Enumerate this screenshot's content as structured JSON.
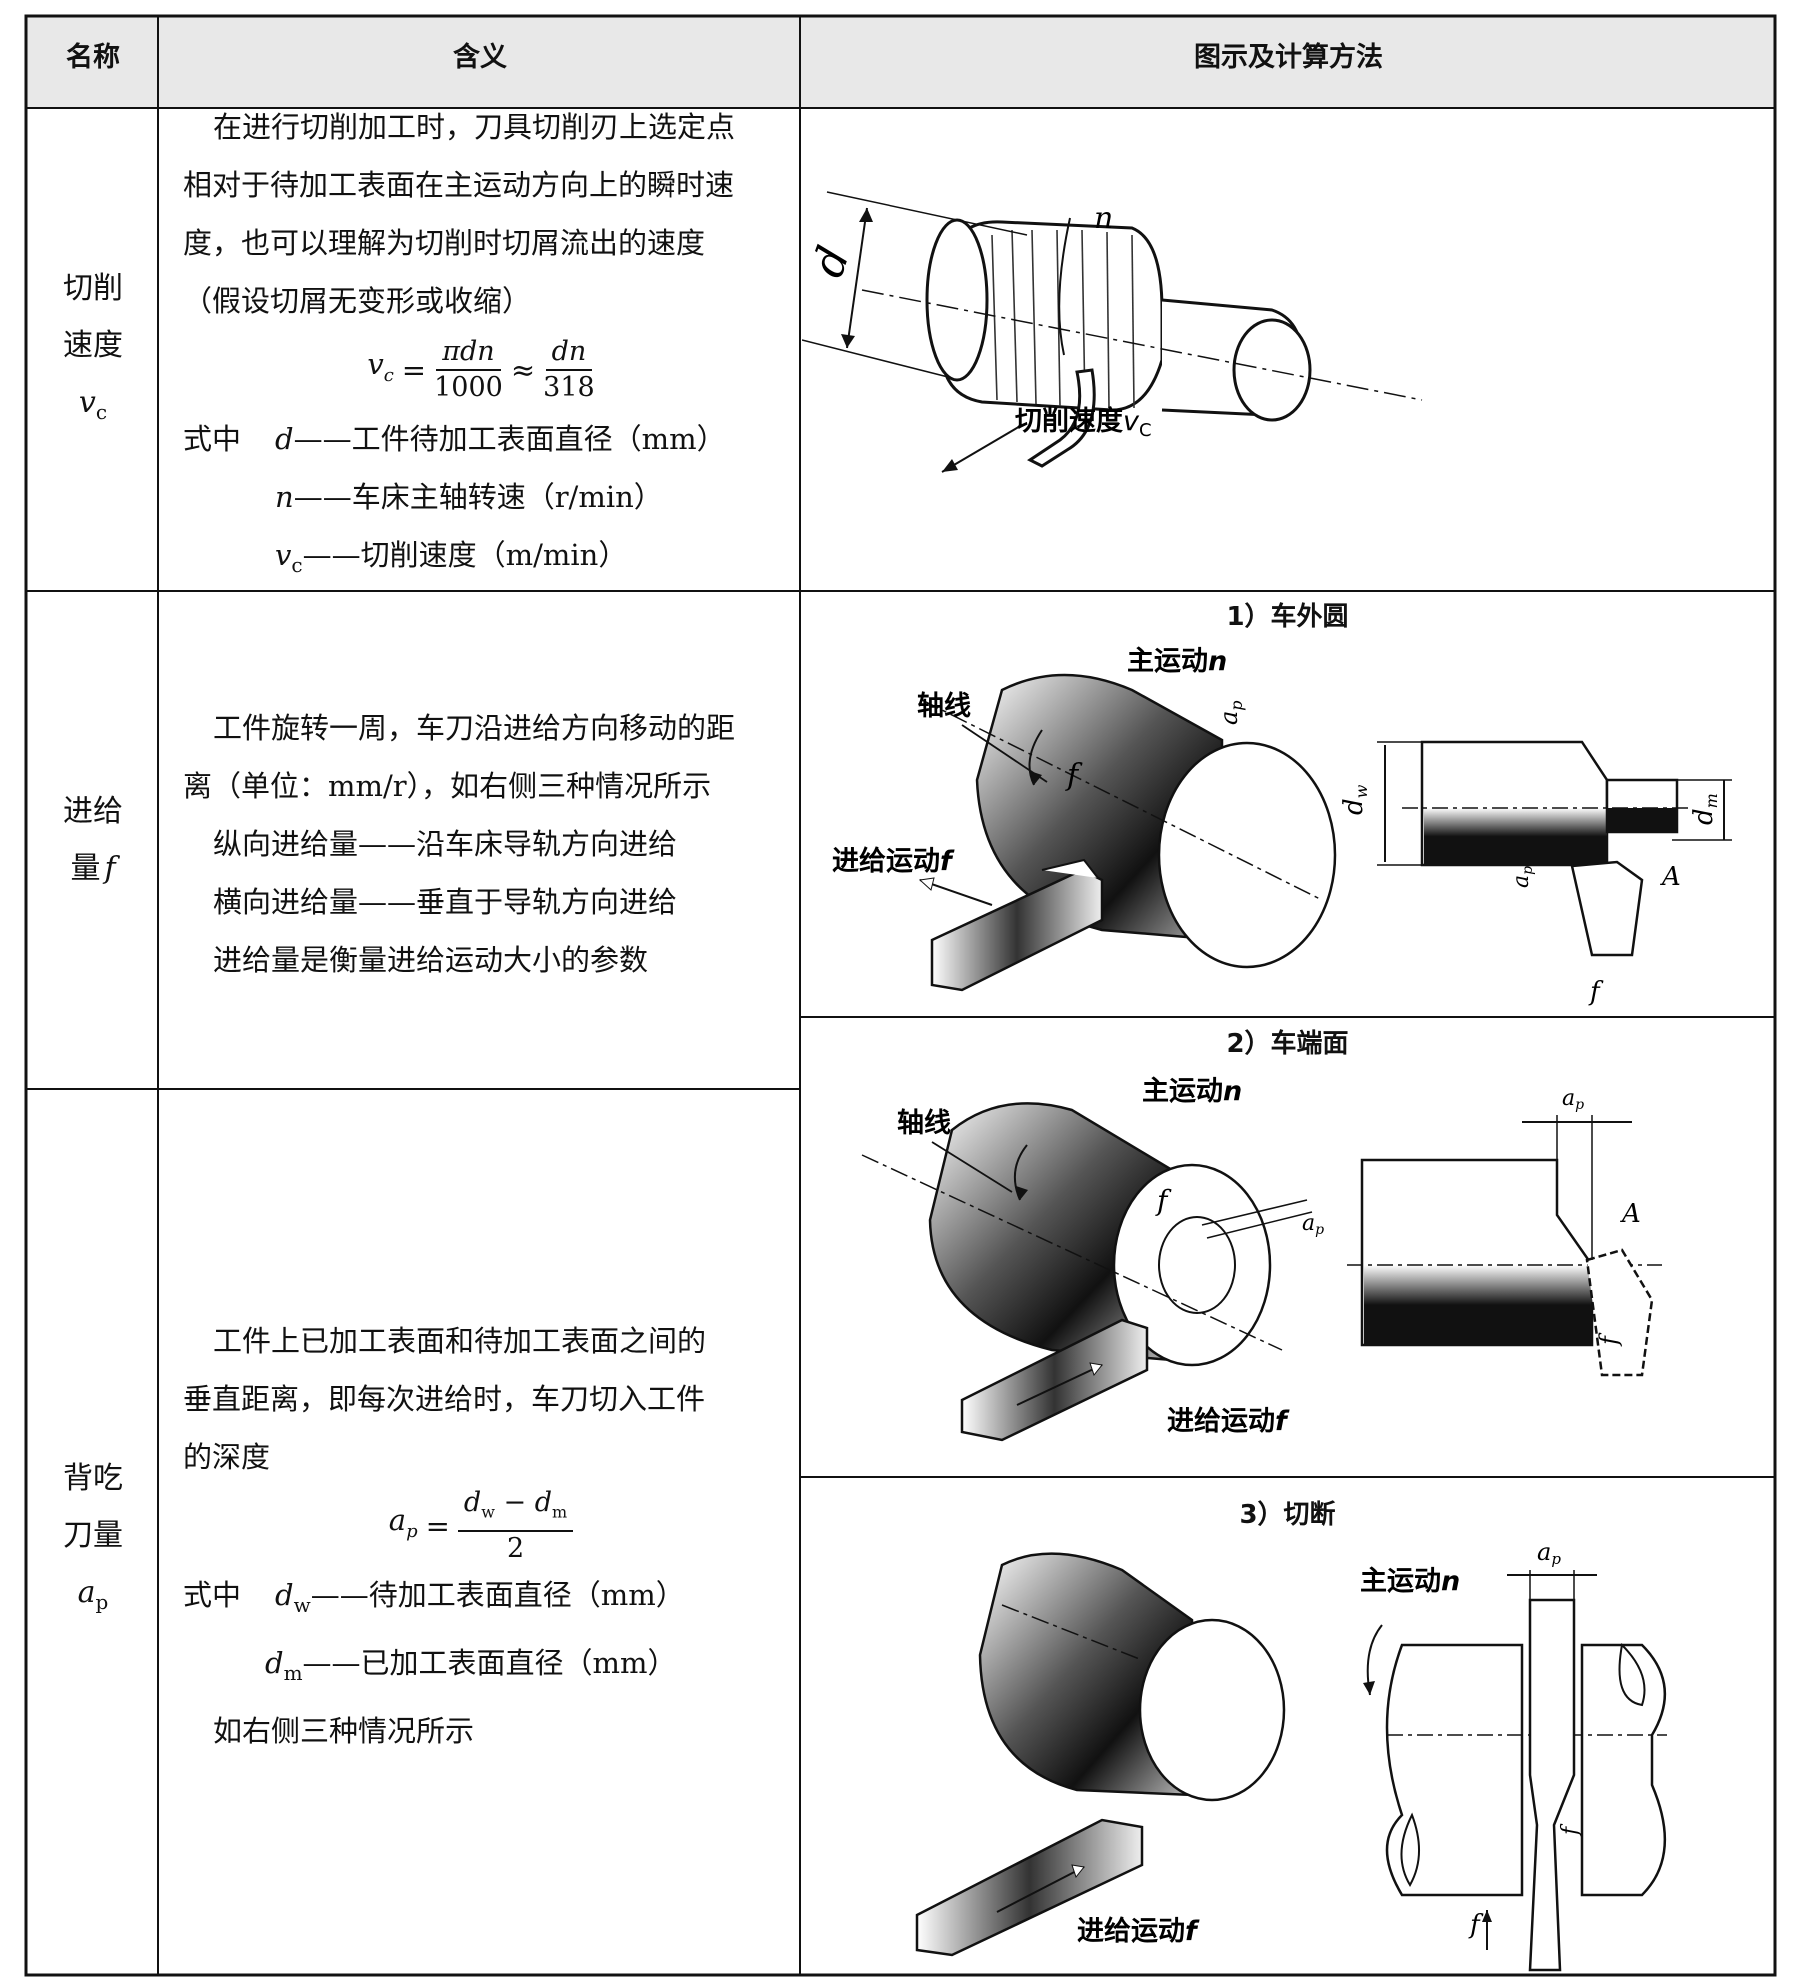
{
  "headers": {
    "name": "名称",
    "meaning": "含义",
    "figure": "图示及计算方法"
  },
  "rows": {
    "cutting_speed": {
      "name_line1": "切削",
      "name_line2": "速度",
      "symbol": "v",
      "symbol_sub": "c",
      "description": [
        "在进行切削加工时，刀具切削刃上选定点",
        "相对于待加工表面在主运动方向上的瞬时速",
        "度，也可以理解为切削时切屑流出的速度",
        "（假设切屑无变形或收缩）"
      ],
      "formula": {
        "lhs": "v",
        "lhs_sub": "c",
        "eq": "=",
        "num1": "πdn",
        "den1": "1000",
        "approx": "≈",
        "num2": "dn",
        "den2": "318"
      },
      "where_label": "式中",
      "where": [
        {
          "sym": "d",
          "sub": "",
          "text": "——工件待加工表面直径（mm）"
        },
        {
          "sym": "n",
          "sub": "",
          "text": "——车床主轴转速（r/min）"
        },
        {
          "sym": "v",
          "sub": "c",
          "text": "——切削速度（m/min）"
        }
      ],
      "figure_labels": {
        "d": "d",
        "n": "n",
        "speed": "切削速度",
        "speed_sym": "v",
        "speed_sub": "C"
      }
    },
    "feed": {
      "name_line1": "进给",
      "name_line2": "量",
      "symbol": "f",
      "description": [
        "工件旋转一周，车刀沿进给方向移动的距",
        "离（单位：mm/r），如右侧三种情况所示",
        "纵向进给量——沿车床导轨方向进给",
        "横向进给量——垂直于导轨方向进给",
        "进给量是衡量进给运动大小的参数"
      ]
    },
    "depth": {
      "name_line1": "背吃",
      "name_line2": "刀量",
      "symbol": "a",
      "symbol_sub": "p",
      "description": [
        "工件上已加工表面和待加工表面之间的",
        "垂直距离，即每次进给时，车刀切入工件",
        "的深度"
      ],
      "formula": {
        "lhs": "a",
        "lhs_sub": "p",
        "eq": "=",
        "num_a": "d",
        "num_a_sub": "w",
        "minus": "−",
        "num_b": "d",
        "num_b_sub": "m",
        "den": "2"
      },
      "where_label": "式中",
      "where": [
        {
          "sym": "d",
          "sub": "w",
          "text": "——待加工表面直径（mm）"
        },
        {
          "sym": "d",
          "sub": "m",
          "text": "——已加工表面直径（mm）"
        }
      ],
      "closing": "如右侧三种情况所示"
    }
  },
  "panels": {
    "outer_turning": {
      "caption": "1）车外圆",
      "main_motion": "主运动",
      "main_motion_sym": "n",
      "axis": "轴线",
      "feed_motion": "进给运动",
      "feed_sym": "f",
      "f": "f",
      "ap": "a",
      "ap_sub": "p",
      "dw": "d",
      "dw_sub": "w",
      "dm": "d",
      "dm_sub": "m",
      "A": "A"
    },
    "facing": {
      "caption": "2）车端面",
      "main_motion": "主运动",
      "main_motion_sym": "n",
      "axis": "轴线",
      "feed_motion": "进给运动",
      "feed_sym": "f",
      "f": "f",
      "ap": "a",
      "ap_sub": "p",
      "A": "A"
    },
    "parting": {
      "caption": "3）切断",
      "main_motion": "主运动",
      "main_motion_sym": "n",
      "feed_motion": "进给运动",
      "feed_sym": "f",
      "f": "f",
      "ap": "a",
      "ap_sub": "p"
    }
  }
}
